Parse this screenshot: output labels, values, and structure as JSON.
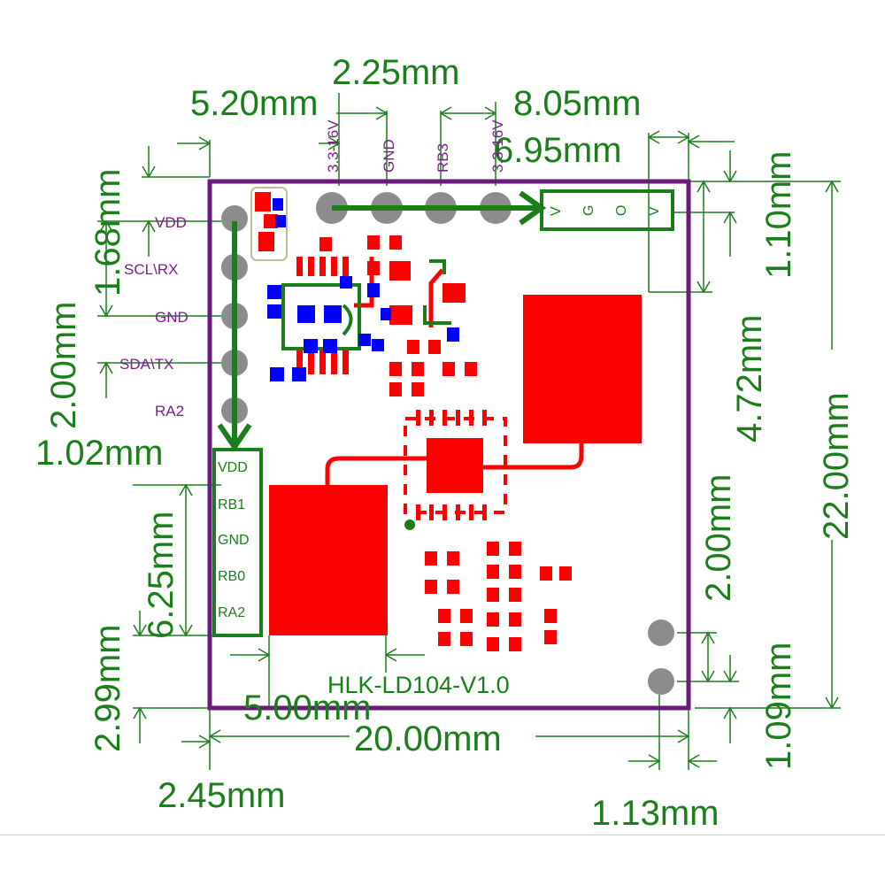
{
  "dimensions": {
    "d_top_2_25": "2.25mm",
    "d_top_5_20": "5.20mm",
    "d_top_8_05": "8.05mm",
    "d_top_6_95": "6.95mm",
    "d_left_1_68": "1.68mm",
    "d_left_2_00": "2.00mm",
    "d_left_1_02": "1.02mm",
    "d_left_6_25": "6.25mm",
    "d_left_2_99": "2.99mm",
    "d_right_1_10": "1.10mm",
    "d_right_4_72": "4.72mm",
    "d_right_22_00": "22.00mm",
    "d_right_2_00": "2.00mm",
    "d_right_1_09": "1.09mm",
    "d_bottom_5_00": "5.00mm",
    "d_bottom_20_00": "20.00mm",
    "d_bottom_2_45": "2.45mm",
    "d_bottom_1_13": "1.13mm"
  },
  "top_header_pins": [
    "3.3-16V",
    "GND",
    "RB3",
    "3.3-16V"
  ],
  "left_header_pins": [
    "VDD",
    "SCL\\RX",
    "GND",
    "SDA\\TX",
    "RA2"
  ],
  "left_connector_pins": [
    "VDD",
    "RB1",
    "GND",
    "RB0",
    "RA2"
  ],
  "top_right_connector_pins": [
    "V",
    "G",
    "O",
    "V"
  ],
  "board_label": "HLK-LD104-V1.0",
  "colors": {
    "dimension": "#1a7f1a",
    "outline": "#6a1b7a",
    "copper": "#ff0000",
    "via": "#0000ff",
    "through_hole": "#8c8c8c"
  }
}
